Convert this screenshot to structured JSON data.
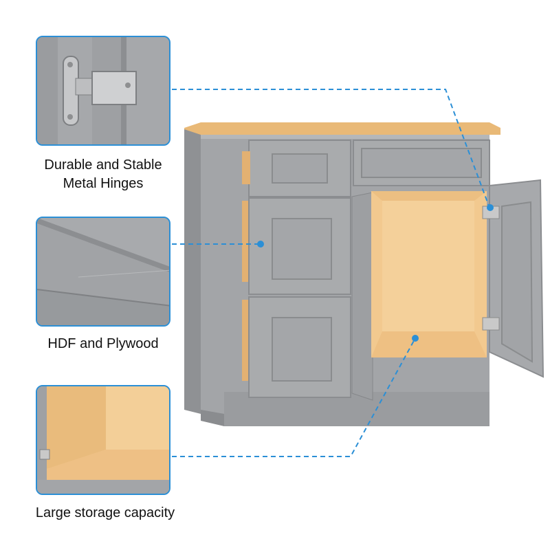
{
  "features": [
    {
      "caption": "Durable and Stable\nMetal Hinges",
      "inset_subject": "hinge-closeup"
    },
    {
      "caption": "HDF and Plywood",
      "inset_subject": "panel-edge-closeup"
    },
    {
      "caption": "Large storage capacity",
      "inset_subject": "cabinet-interior-closeup"
    }
  ],
  "colors": {
    "accent_blue": "#2b8fd6",
    "cabinet_gray": "#9c9ea1",
    "wood_interior": "#f2c98f"
  }
}
